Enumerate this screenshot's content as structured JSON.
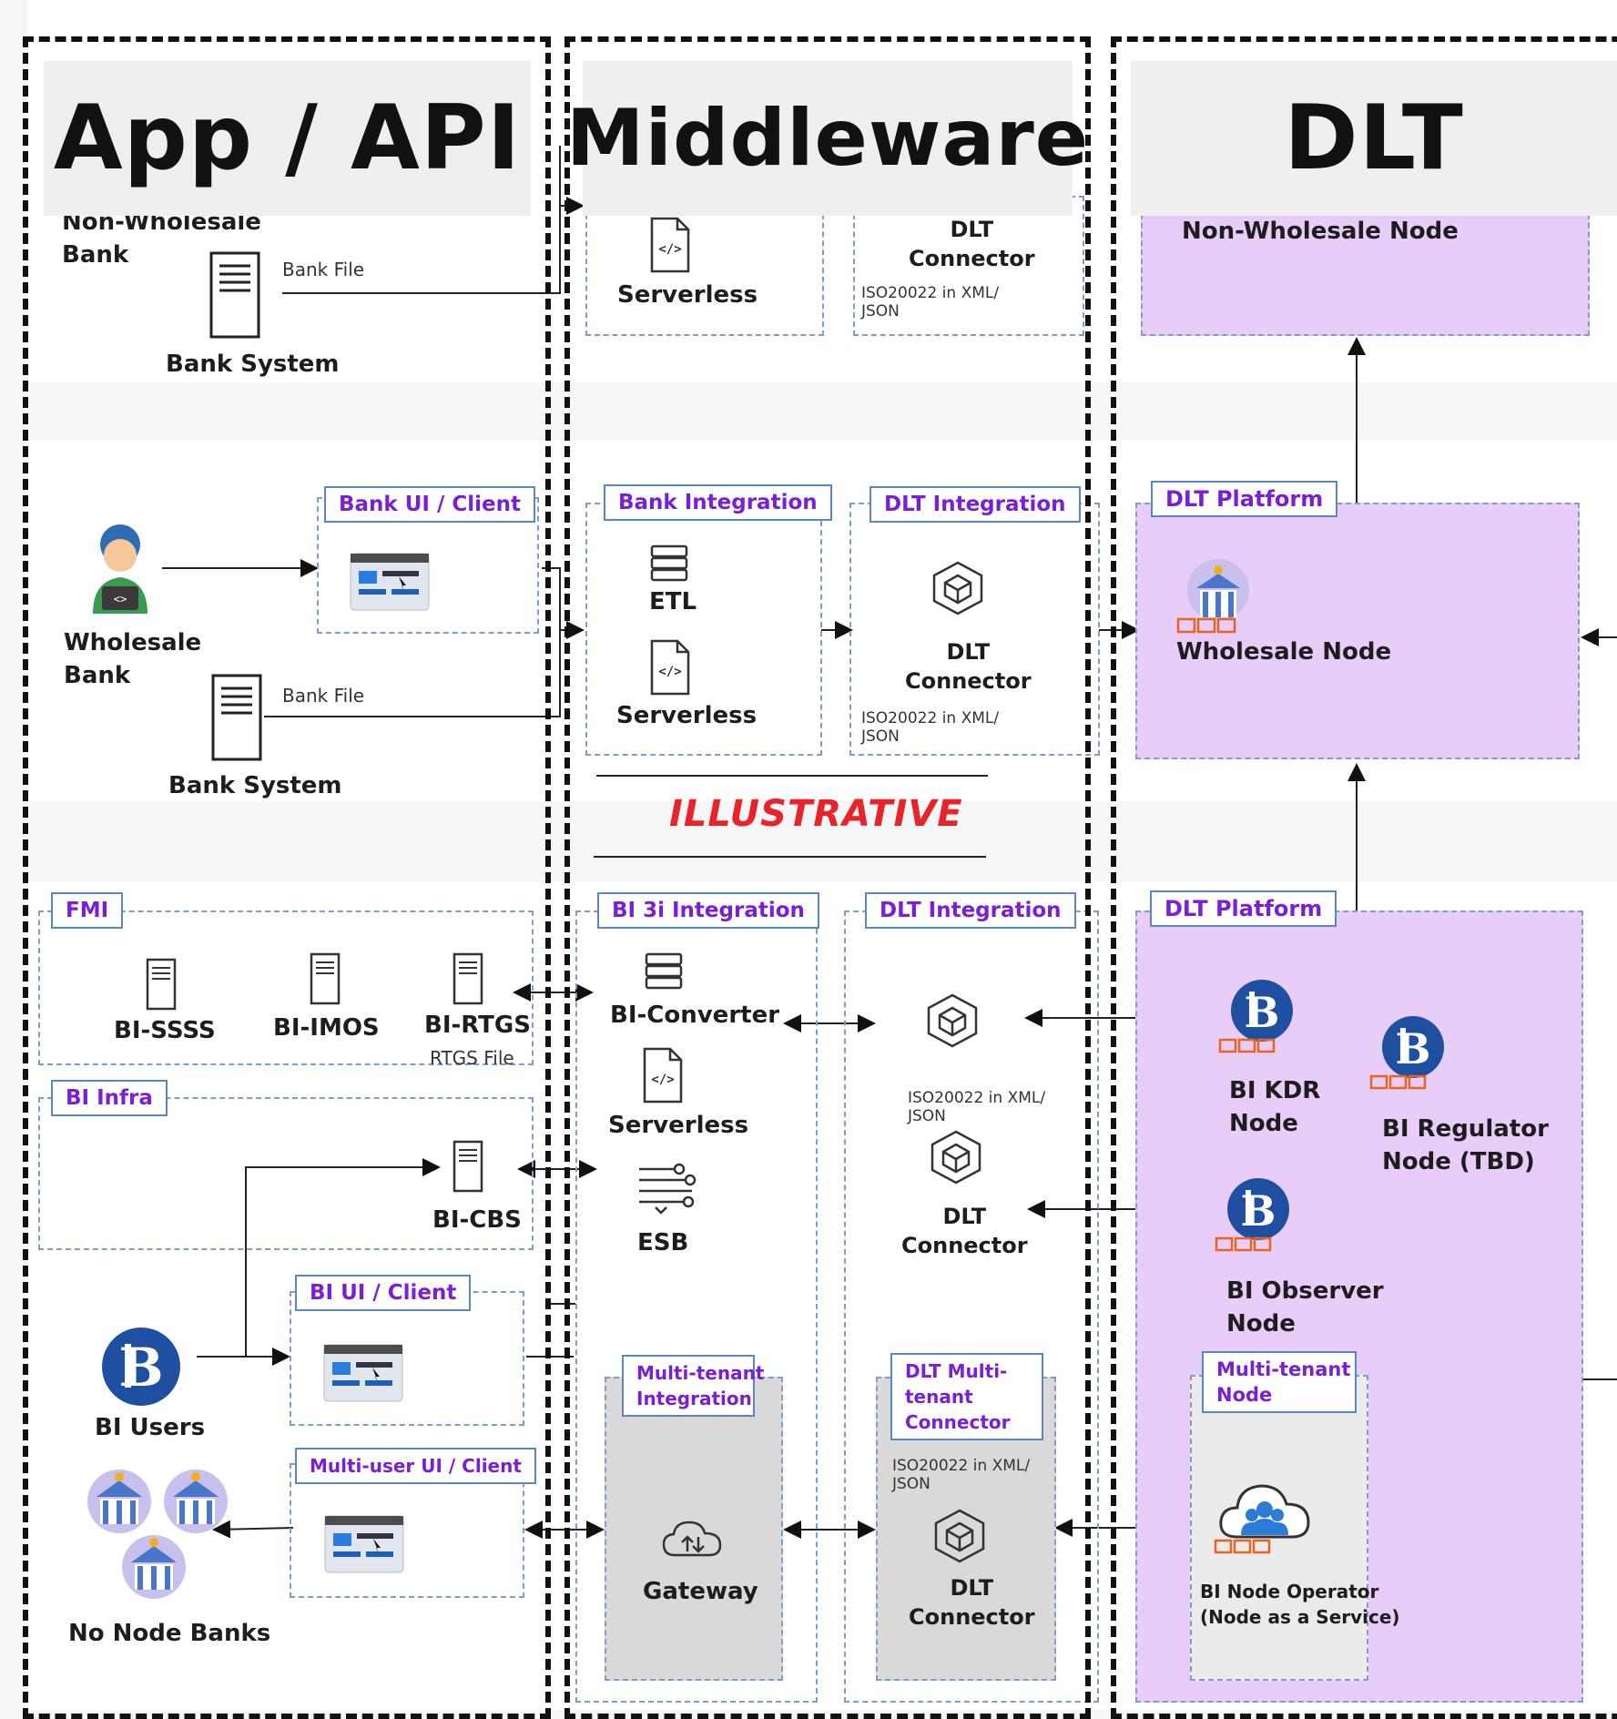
{
  "headers": {
    "app": "App / API",
    "middleware": "Middleware",
    "dlt": "DLT"
  },
  "row1": {
    "bank_label": "Non-Wholesale\nBank",
    "bank_file": "Bank File",
    "bank_system": "Bank System",
    "serverless": "Serverless",
    "dlt_connector": "DLT\nConnector",
    "iso": "ISO20022 in XML/\nJSON",
    "node": "Non-Wholesale Node"
  },
  "row2": {
    "wholesale_bank": "Wholesale\nBank",
    "bank_ui": "Bank UI / Client",
    "bank_file": "Bank File",
    "bank_system": "Bank System",
    "bank_integration": "Bank Integration",
    "etl": "ETL",
    "serverless": "Serverless",
    "dlt_integration": "DLT Integration",
    "dlt_connector": "DLT\nConnector",
    "iso": "ISO20022 in XML/\nJSON",
    "dlt_platform": "DLT Platform",
    "wholesale_node": "Wholesale Node"
  },
  "illustrative": "ILLUSTRATIVE",
  "row3": {
    "fmi": "FMI",
    "bi_ssss": "BI-SSSS",
    "bi_imos": "BI-IMOS",
    "bi_rtgs": "BI-RTGS",
    "rtgs_file": "RTGS File",
    "bi_infra": "BI Infra",
    "bi_cbs": "BI-CBS",
    "bi_ui": "BI UI / Client",
    "bi_users": "BI Users",
    "multi_user_ui": "Multi-user UI / Client",
    "no_node_banks": "No Node Banks",
    "bi3i": "BI 3i Integration",
    "bi_converter": "BI-Converter",
    "serverless": "Serverless",
    "esb": "ESB",
    "mt_integration": "Multi-tenant\nIntegration",
    "gateway": "Gateway",
    "dlt_integration": "DLT Integration",
    "iso1": "ISO20022 in XML/\nJSON",
    "dlt_connector": "DLT\nConnector",
    "dlt_mt_connector": "DLT Multi-\ntenant\nConnector",
    "iso2": "ISO20022 in XML/\nJSON",
    "dlt_connector2": "DLT\nConnector",
    "dlt_platform": "DLT Platform",
    "bi_kdr": "BI KDR\nNode",
    "bi_regulator": "BI Regulator\nNode (TBD)",
    "bi_observer": "BI Observer\nNode",
    "mt_node": "Multi-tenant\nNode",
    "bi_node_operator": "BI Node Operator\n(Node as a Service)"
  },
  "colors": {
    "purple_fill": "#e8cdf8",
    "tag_text": "#7a1fd4",
    "illustrative": "#e8232a",
    "gray_fill": "#d9d9d9"
  }
}
